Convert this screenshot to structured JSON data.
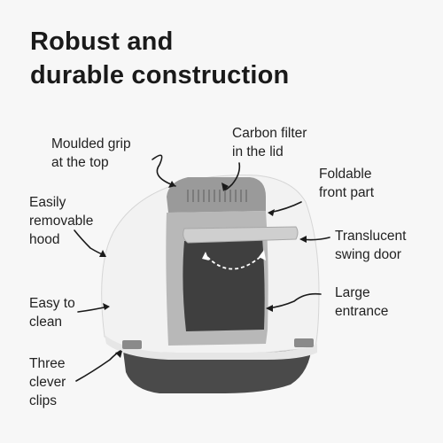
{
  "headline": {
    "line1": "Robust and",
    "line2": "durable construction"
  },
  "callouts": {
    "moulded_grip": [
      "Moulded grip",
      "at the top"
    ],
    "carbon_filter": [
      "Carbon filter",
      "in the lid"
    ],
    "foldable_front": [
      "Foldable",
      "front part"
    ],
    "removable_hood": [
      "Easily",
      "removable",
      "hood"
    ],
    "swing_door": [
      "Translucent",
      "swing door"
    ],
    "easy_clean": [
      "Easy to",
      "clean"
    ],
    "large_entrance": [
      "Large",
      "entrance"
    ],
    "clips": [
      "Three",
      "clever",
      "clips"
    ]
  },
  "colors": {
    "background": "#f7f7f7",
    "hood": "#f2f2f2",
    "base": "#4a4a4a",
    "accent_grey": "#8a8a8a",
    "text": "#1a1a1a"
  }
}
